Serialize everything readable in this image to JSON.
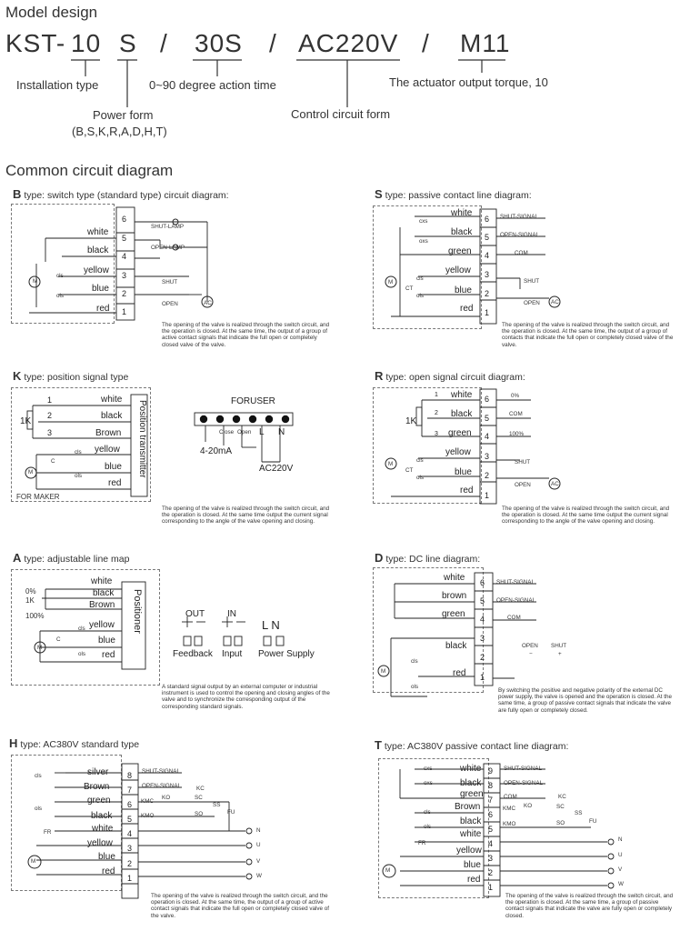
{
  "model": {
    "title": "Model design",
    "code": {
      "prefix": "KST-",
      "install": "10",
      "power": "S",
      "sep": "/",
      "time": "30S",
      "control": "AC220V",
      "torque": "M11"
    },
    "labels": {
      "install": "Installation type",
      "time": "0~90 degree action time",
      "torque": "The actuator output torque, 10",
      "power_line1": "Power form",
      "power_line2": "(B,S,K,R,A,D,H,T)",
      "control": "Control circuit form"
    }
  },
  "section_title": "Common circuit diagram",
  "panels": {
    "B": {
      "letter": "B",
      "title": "type: switch type (standard type) circuit diagram:",
      "wires": [
        "white",
        "black",
        "yellow",
        "blue",
        "red"
      ],
      "tags": [
        "SHUT-LAMP",
        "OPEN-LAMP",
        "SHUT",
        "OPEN",
        "AC",
        "cls",
        "ols",
        "M"
      ],
      "terminals": [
        "6",
        "5",
        "4",
        "3",
        "2",
        "1"
      ],
      "note": "The opening of the valve is realized through the switch circuit, and the operation is closed. At the same time, the output of a group of active contact signals that indicate the full open or completely closed valve of the valve."
    },
    "S": {
      "letter": "S",
      "title": "type: passive contact line diagram:",
      "wires": [
        "white",
        "black",
        "green",
        "yellow",
        "blue",
        "red"
      ],
      "tags": [
        "SHUT-SIGNAL",
        "OPEN-SIGNAL",
        "COM",
        "SHUT",
        "OPEN",
        "AC",
        "cxs",
        "oxs",
        "cls",
        "ols",
        "CT",
        "M"
      ],
      "terminals": [
        "6",
        "5",
        "4",
        "3",
        "2",
        "1"
      ],
      "note": "The opening of the valve is realized through the switch circuit, and the operation is closed. At the same time, the output of a group of contacts that indicate the full open or completely closed valve of the valve."
    },
    "K": {
      "letter": "K",
      "title": "type: position signal type",
      "wires": [
        "white",
        "black",
        "Brown",
        "yellow",
        "blue",
        "red"
      ],
      "nums": [
        "1",
        "2",
        "3"
      ],
      "tags": [
        "1K",
        "C",
        "cls",
        "ols",
        "M",
        "Position transmitter",
        "FOR MAKER"
      ],
      "foruser": {
        "title": "FORUSER",
        "close": "Close",
        "open": "Open",
        "l": "L",
        "n": "N",
        "ma": "4-20mA",
        "ac": "AC220V"
      },
      "note": "The opening of the valve is realized through the switch circuit, and the operation is closed. At the same time output the current signal corresponding to the angle of the valve opening and closing."
    },
    "R": {
      "letter": "R",
      "title": "type: open signal circuit diagram:",
      "wires": [
        "white",
        "black",
        "green",
        "yellow",
        "blue",
        "red"
      ],
      "nums": [
        "1",
        "2",
        "3"
      ],
      "tags": [
        "0%",
        "COM",
        "100%",
        "1K",
        "SHUT",
        "OPEN",
        "AC",
        "cls",
        "ols",
        "CT",
        "M"
      ],
      "terminals": [
        "6",
        "5",
        "4",
        "3",
        "2",
        "1"
      ],
      "note": "The opening of the valve is realized through the switch circuit, and the operation is closed. At the same time output the current signal corresponding to the angle of the valve opening and closing."
    },
    "A": {
      "letter": "A",
      "title": "type: adjustable line map",
      "wires": [
        "white",
        "black",
        "Brown",
        "yellow",
        "blue",
        "red"
      ],
      "tags": [
        "0%",
        "1K",
        "100%",
        "C",
        "cls",
        "ols",
        "M",
        "Positioner"
      ],
      "io": {
        "out": "OUT",
        "in": "IN",
        "ln": "L N",
        "feedback": "Feedback",
        "input": "Input",
        "power": "Power Supply",
        "pm": "+ —"
      },
      "note": "A standard signal output by an external computer or industrial instrument is used to control the opening and closing angles of the valve and to synchronize the corresponding output of the corresponding standard signals."
    },
    "D": {
      "letter": "D",
      "title": "type: DC line diagram:",
      "wires": [
        "white",
        "brown",
        "green",
        "black",
        "red"
      ],
      "tags": [
        "SHUT-SIGNAL",
        "OPEN-SIGNAL",
        "COM",
        "OPEN",
        "SHUT",
        "−",
        "+",
        "cls",
        "ols",
        "M"
      ],
      "terminals": [
        "6",
        "5",
        "4",
        "3",
        "2",
        "1"
      ],
      "note": "By switching the positive and negative polarity of the external DC power supply, the valve is opened and the operation is closed. At the same time, a group of passive contact signals that indicate the valve are fully open or completely closed."
    },
    "H": {
      "letter": "H",
      "title": "type: AC380V standard type",
      "wires": [
        "silver",
        "Brown",
        "green",
        "black",
        "white",
        "yellow",
        "blue",
        "red"
      ],
      "tags": [
        "SHUT-SIGNAL",
        "OPEN-SIGNAL",
        "KMC",
        "KO",
        "KC",
        "KMO",
        "SC",
        "SO",
        "SS",
        "FU",
        "FR",
        "N",
        "U",
        "V",
        "W",
        "cls",
        "ols",
        "M"
      ],
      "terminals": [
        "8",
        "7",
        "6",
        "5",
        "4",
        "3",
        "2",
        "1"
      ],
      "note": "The opening of the valve is realized through the switch circuit, and the operation is closed. At the same time, the output of a group of active contact signals that indicate the full open or completely closed valve of the valve."
    },
    "T": {
      "letter": "T",
      "title": "type: AC380V passive contact line diagram:",
      "wires": [
        "white",
        "black",
        "green",
        "Brown",
        "black",
        "white",
        "yellow",
        "blue",
        "red"
      ],
      "tags": [
        "SHUT-SIGNAL",
        "OPEN-SIGNAL",
        "COM",
        "KMC",
        "KO",
        "KC",
        "KMO",
        "SC",
        "SO",
        "SS",
        "FU",
        "FR",
        "N",
        "U",
        "V",
        "W",
        "cxs",
        "oxs",
        "cls",
        "ols",
        "M"
      ],
      "terminals": [
        "9",
        "8",
        "7",
        "6",
        "5",
        "4",
        "3",
        "2",
        "1"
      ],
      "note": "The opening of the valve is realized through the switch circuit, and the operation is closed. At the same time, a group of passive contact signals that indicate the valve are fully open or completely closed."
    }
  },
  "colors": {
    "ink": "#222222",
    "dash": "#777777"
  }
}
